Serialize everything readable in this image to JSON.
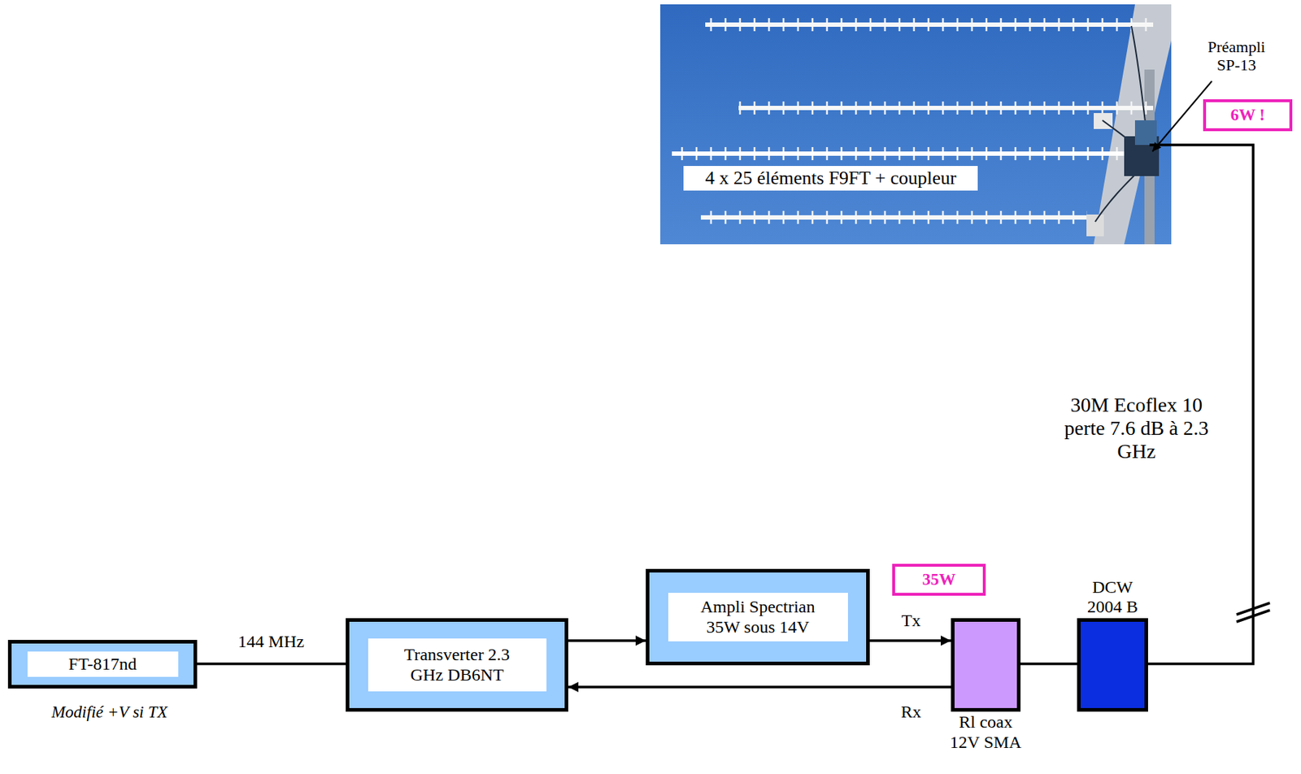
{
  "diagram": {
    "nodes": [
      {
        "text": [
          "4 x 25 éléments F9FT + coupleur"
        ]
      },
      {
        "text": [
          "6W !"
        ]
      },
      {
        "text": [
          "FT-817nd"
        ]
      },
      {
        "text": [
          "Transverter 2.3 GHz DB6NT"
        ]
      },
      {
        "text": [
          "Ampli Spectrian 35W sous 14V"
        ]
      },
      {
        "text": [
          "35W"
        ]
      },
      {
        "text": [
          "Rl coax 12V SMA"
        ]
      },
      {
        "text": [
          "DCW 2004 B"
        ]
      }
    ],
    "edges": [
      {
        "from": 2,
        "to": 3,
        "arrow": "none",
        "label": "144 MHz"
      },
      {
        "from": 3,
        "to": 4,
        "arrow": "to"
      },
      {
        "from": 4,
        "to": 6,
        "arrow": "to",
        "label": "Tx"
      },
      {
        "from": 6,
        "to": 3,
        "arrow": "to",
        "label": "Rx"
      },
      {
        "from": 6,
        "to": 7,
        "arrow": "none"
      },
      {
        "from": 7,
        "to": 0,
        "arrow": "none",
        "label": "30M Ecoflex 10 perte 7.6 dB à 2.3 GHz"
      }
    ],
    "labels": [
      "Préampli SP-13",
      "Modifié +V si TX"
    ]
  }
}
